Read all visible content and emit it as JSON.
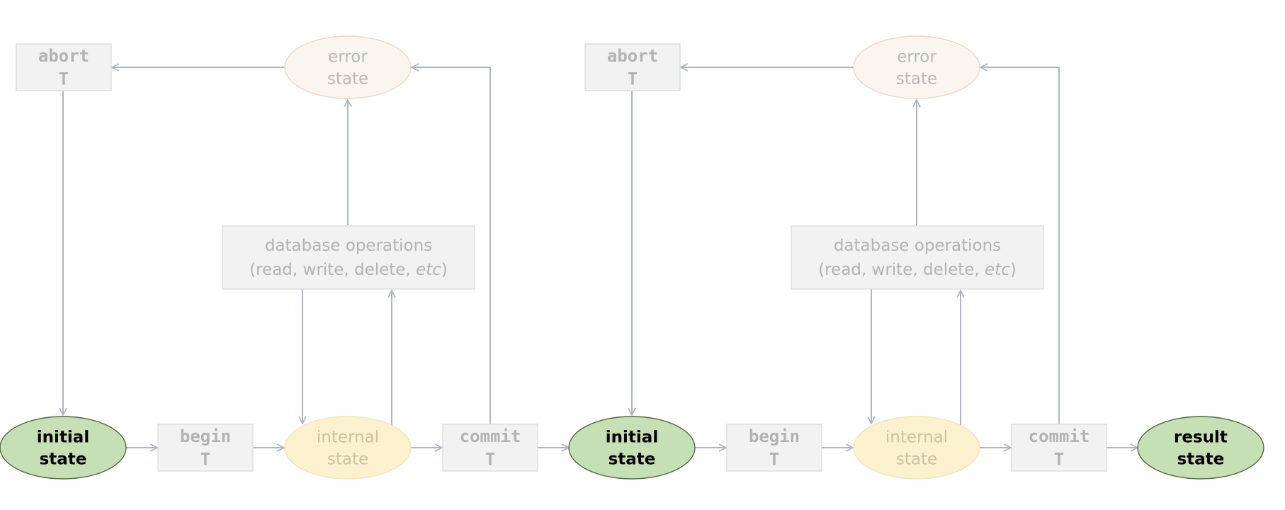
{
  "colors": {
    "arrow": "#aeb6c4",
    "box_fill": "#f2f2f2",
    "box_stroke": "#d9d9d9",
    "box_text": "#b3b3b3",
    "green_fill": "#c6dfb5",
    "green_stroke": "#4d6b3a",
    "green_text": "#000000",
    "yellow_fill": "#fcf1cf",
    "yellow_stroke": "#f3e4b8",
    "yellow_text": "#cbc2a4",
    "error_fill": "#fbf5f0",
    "error_stroke": "#ead8c8",
    "error_text": "#b8b8b8"
  },
  "stages": [
    {
      "abort": [
        "abort",
        "T"
      ],
      "error": [
        "error",
        "state"
      ],
      "db_ops": {
        "line1": "database operations",
        "line2_prefix": "(read, write, delete, ",
        "line2_italic": "etc",
        "line2_suffix": ")"
      },
      "initial": [
        "initial",
        "state"
      ],
      "begin": [
        "begin",
        "T"
      ],
      "internal": [
        "internal",
        "state"
      ],
      "commit": [
        "commit",
        "T"
      ]
    },
    {
      "abort": [
        "abort",
        "T"
      ],
      "error": [
        "error",
        "state"
      ],
      "db_ops": {
        "line1": "database operations",
        "line2_prefix": "(read, write, delete, ",
        "line2_italic": "etc",
        "line2_suffix": ")"
      },
      "initial": [
        "initial",
        "state"
      ],
      "begin": [
        "begin",
        "T"
      ],
      "internal": [
        "internal",
        "state"
      ],
      "commit": [
        "commit",
        "T"
      ]
    }
  ],
  "result": [
    "result",
    "state"
  ]
}
